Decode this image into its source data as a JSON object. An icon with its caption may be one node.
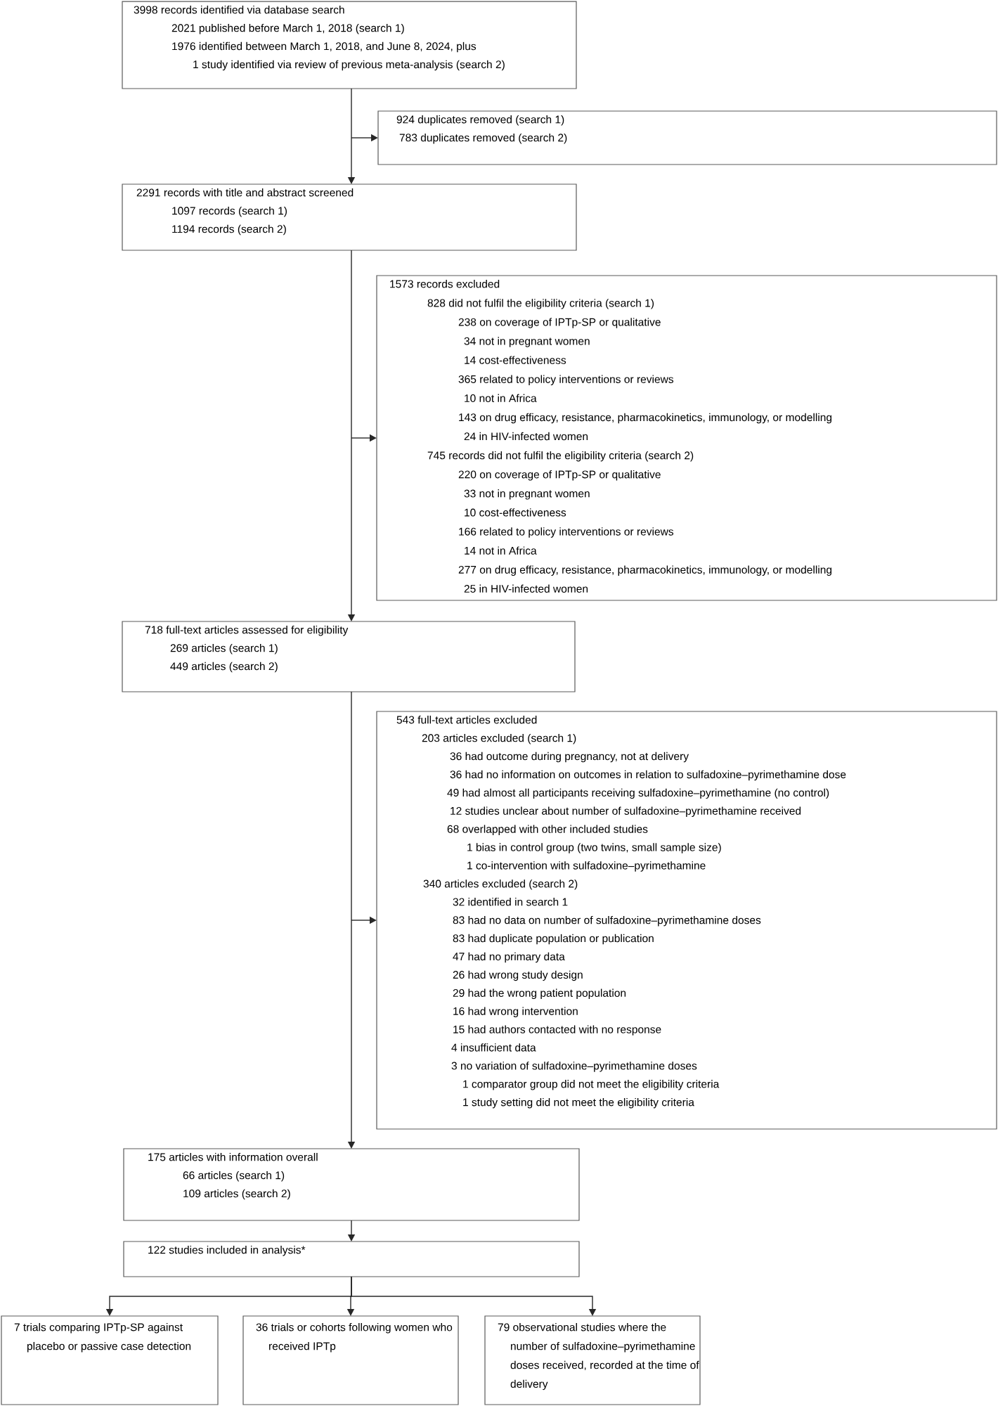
{
  "diagram": {
    "nodes": [
      {
        "text": [
          "3998 records identified via database search",
          "2021 published before March 1, 2018 (search 1)",
          "1976 identified between March 1, 2018, and June 8, 2024, plus",
          "1 study identified via review of previous meta-analysis (search 2)"
        ]
      },
      {
        "text": [
          "924 duplicates removed (search 1)",
          "783 duplicates removed (search 2)"
        ]
      },
      {
        "text": [
          "2291 records with title and abstract screened",
          "1097 records (search 1)",
          "1194 records (search 2)"
        ]
      },
      {
        "text": [
          "1573 records excluded",
          "828 did not fulfil the eligibility criteria (search 1)",
          "238 on coverage of IPTp-SP or qualitative",
          "34 not in pregnant women",
          "14 cost-effectiveness",
          "365 related to policy interventions or reviews",
          "10 not in Africa",
          "143 on drug efficacy, resistance, pharmacokinetics, immunology, or modelling",
          "24 in HIV-infected women",
          "745 records did not fulfil the eligibility criteria (search 2)",
          "220 on coverage of IPTp-SP or qualitative",
          "33 not in pregnant women",
          "10 cost-effectiveness",
          "166 related to policy interventions or reviews",
          "14 not in Africa",
          "277 on drug efficacy, resistance, pharmacokinetics, immunology, or modelling",
          "25 in HIV-infected women"
        ]
      },
      {
        "text": [
          "718 full-text articles assessed for eligibility",
          "269 articles (search 1)",
          "449 articles (search 2)"
        ]
      },
      {
        "text": [
          "543 full-text articles excluded",
          "203 articles excluded (search 1)",
          "36 had outcome during pregnancy, not at delivery",
          "36 had no information on outcomes in relation to sulfadoxine–pyrimethamine dose",
          "49 had almost all participants receiving sulfadoxine–pyrimethamine (no control)",
          "12 studies unclear about number of sulfadoxine–pyrimethamine received",
          "68 overlapped with other included studies",
          "1 bias in control group (two twins, small sample size)",
          "1 co-intervention with sulfadoxine–pyrimethamine",
          "340 articles excluded (search 2)",
          "32 identified in search 1",
          "83 had no data on number of sulfadoxine–pyrimethamine doses",
          "83 had duplicate population or publication",
          "47 had no primary data",
          "26 had wrong study design",
          "29 had the wrong patient population",
          "16 had wrong intervention",
          "15 had authors contacted with no response",
          "4 insufficient data",
          "3 no variation of sulfadoxine–pyrimethamine doses",
          "1 comparator group did not meet the eligibility criteria",
          "1 study setting did not meet the eligibility criteria"
        ]
      },
      {
        "text": [
          "175 articles with information overall",
          "66 articles (search 1)",
          "109 articles (search 2)"
        ]
      },
      {
        "text": [
          "122 studies included in analysis*"
        ]
      },
      {
        "text": [
          "7 trials comparing IPTp-SP against placebo or passive case detection"
        ]
      },
      {
        "text": [
          "36 trials or cohorts following women who received IPTp"
        ]
      },
      {
        "text": [
          "79 observational studies where the number of sulfadoxine–pyrimethamine doses received, recorded at the time of delivery"
        ]
      }
    ],
    "edges": [
      {
        "from": 0,
        "to": 2,
        "arrow": "to"
      },
      {
        "from": null,
        "to": 1,
        "arrow": "to"
      },
      {
        "from": 2,
        "to": 4,
        "arrow": "to"
      },
      {
        "from": null,
        "to": 3,
        "arrow": "to"
      },
      {
        "from": 4,
        "to": 6,
        "arrow": "to"
      },
      {
        "from": null,
        "to": 5,
        "arrow": "to"
      },
      {
        "from": 6,
        "to": 7,
        "arrow": "to"
      },
      {
        "from": 7,
        "to": 8,
        "arrow": "to"
      },
      {
        "from": 7,
        "to": 9,
        "arrow": "to"
      },
      {
        "from": 7,
        "to": 10,
        "arrow": "to"
      }
    ]
  }
}
